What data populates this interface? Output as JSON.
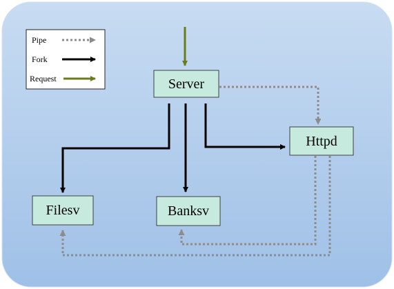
{
  "colors": {
    "panel_light": "#c8dcf2",
    "panel_dark": "#9fc0e7",
    "node_fill": "#c6ebde",
    "fork": "#000000",
    "pipe": "#8c8c8c",
    "request": "#6b7a1a",
    "legend_fill": "#ffffff"
  },
  "legend": {
    "pipe": "Pipe",
    "fork": "Fork",
    "request": "Request"
  },
  "nodes": {
    "server": "Server",
    "httpd": "Httpd",
    "filesv": "Filesv",
    "banksv": "Banksv"
  },
  "edges": [
    {
      "type": "request",
      "from": "external",
      "to": "Server"
    },
    {
      "type": "fork",
      "from": "Server",
      "to": "Filesv"
    },
    {
      "type": "fork",
      "from": "Server",
      "to": "Banksv"
    },
    {
      "type": "fork",
      "from": "Server",
      "to": "Httpd"
    },
    {
      "type": "pipe",
      "from": "Server",
      "to": "Httpd"
    },
    {
      "type": "pipe",
      "from": "Httpd",
      "to": "Banksv"
    },
    {
      "type": "pipe",
      "from": "Httpd",
      "to": "Filesv"
    }
  ]
}
